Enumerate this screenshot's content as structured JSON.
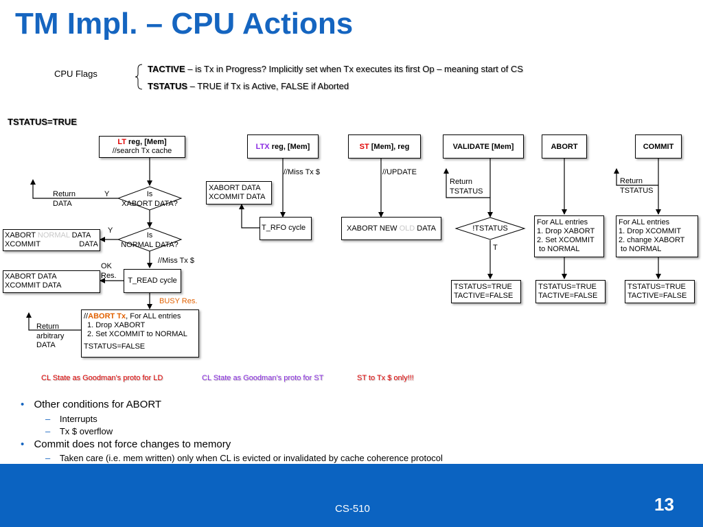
{
  "slide": {
    "title": "TM Impl. – CPU Actions",
    "course": "CS-510",
    "page_number": "13"
  },
  "flags": {
    "label": "CPU Flags",
    "tactive_name": "TACTIVE",
    "tactive_desc": " – is Tx in Progress? Implicitly set when Tx executes its first Op – meaning start of CS",
    "tstatus_name": "TSTATUS",
    "tstatus_desc": " – TRUE if Tx is Active, FALSE if Aborted"
  },
  "section_label": "TSTATUS=TRUE",
  "ld_flow": {
    "box_op": "LT",
    "box_args": " reg, [Mem]",
    "box_comment": "//search Tx cache",
    "return_data": [
      "Return",
      "DATA"
    ],
    "y1": "Y",
    "diamond1": [
      "Is",
      "XABORT DATA?"
    ],
    "y2": "Y",
    "diamond2": [
      "Is",
      "NORMAL DATA?"
    ],
    "normal_box_l1a": "XABORT ",
    "normal_box_l1b": "NORMAL",
    "normal_box_l1c": " DATA",
    "normal_box_l2a": "XCOMMIT",
    "normal_box_l2b": "DATA",
    "miss": "//Miss Tx $",
    "ok_res": [
      "OK",
      "Res."
    ],
    "xabort_box": [
      "XABORT   DATA",
      "XCOMMIT DATA"
    ],
    "tread": "T_READ cycle",
    "busy": "BUSY Res.",
    "abort_prefix": "//",
    "abort_word": "ABORT Tx",
    "abort_suffix": ", For ALL entries",
    "abort_l2": "1. Drop XABORT",
    "abort_l3": "2. Set XCOMMIT to NORMAL",
    "abort_l4": "TSTATUS=FALSE",
    "return_arb": [
      "Return",
      "arbitrary",
      "DATA"
    ]
  },
  "ltx_flow": {
    "op": "LTX",
    "args": " reg, [Mem]",
    "miss": "//Miss Tx $",
    "xbox": [
      "XABORT   DATA",
      "XCOMMIT DATA"
    ],
    "rfo": "T_RFO cycle"
  },
  "st_flow": {
    "op": "ST",
    "args": " [Mem], reg",
    "update": "//UPDATE",
    "box_a": "XABORT NEW ",
    "box_b": "OLD",
    "box_c": " DATA"
  },
  "validate_flow": {
    "box": "VALIDATE [Mem]",
    "return": [
      "Return",
      "TSTATUS"
    ],
    "diamond": "!TSTATUS",
    "t": "T",
    "result": [
      "TSTATUS=TRUE",
      "TACTIVE=FALSE"
    ]
  },
  "abort_flow": {
    "box": "ABORT",
    "entries": [
      "For ALL entries",
      "1. Drop XABORT",
      "2. Set XCOMMIT",
      " to NORMAL"
    ],
    "result": [
      "TSTATUS=TRUE",
      "TACTIVE=FALSE"
    ]
  },
  "commit_flow": {
    "box": "COMMIT",
    "return": [
      "Return",
      "TSTATUS"
    ],
    "entries": [
      "For ALL entries",
      "1. Drop XCOMMIT",
      "2. change XABORT",
      " to NORMAL"
    ],
    "result": [
      "TSTATUS=TRUE",
      "TACTIVE=FALSE"
    ]
  },
  "legend": {
    "ld": "CL State as Goodman’s proto for LD",
    "st": "CL State as Goodman’s proto for ST",
    "st_only": "ST to Tx $ only!!!"
  },
  "bullets": [
    {
      "text": "Other conditions for ABORT",
      "sub": [
        "Interrupts",
        "Tx $ overflow"
      ]
    },
    {
      "text": "Commit does not force changes to memory",
      "sub": [
        "Taken care (i.e. mem written) only when CL is evicted or invalidated by cache coherence protocol"
      ]
    }
  ],
  "colors": {
    "title": "#1565c0",
    "footer": "#0b63c1",
    "red": "#e00000",
    "purple": "#8a2be2",
    "orange": "#e06000"
  }
}
